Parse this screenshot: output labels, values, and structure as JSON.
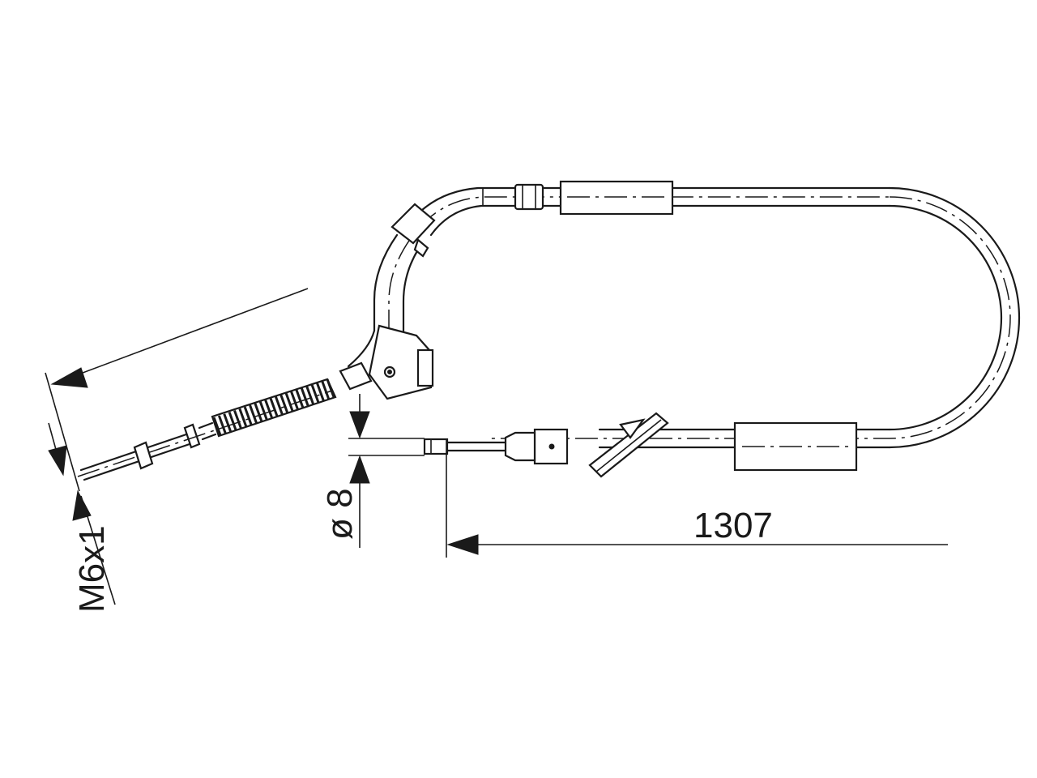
{
  "dimensions": {
    "length": "1307",
    "diameter": "ø 8",
    "thread": "M6x1"
  },
  "colors": {
    "line": "#1a1a1a",
    "background": "#ffffff"
  }
}
